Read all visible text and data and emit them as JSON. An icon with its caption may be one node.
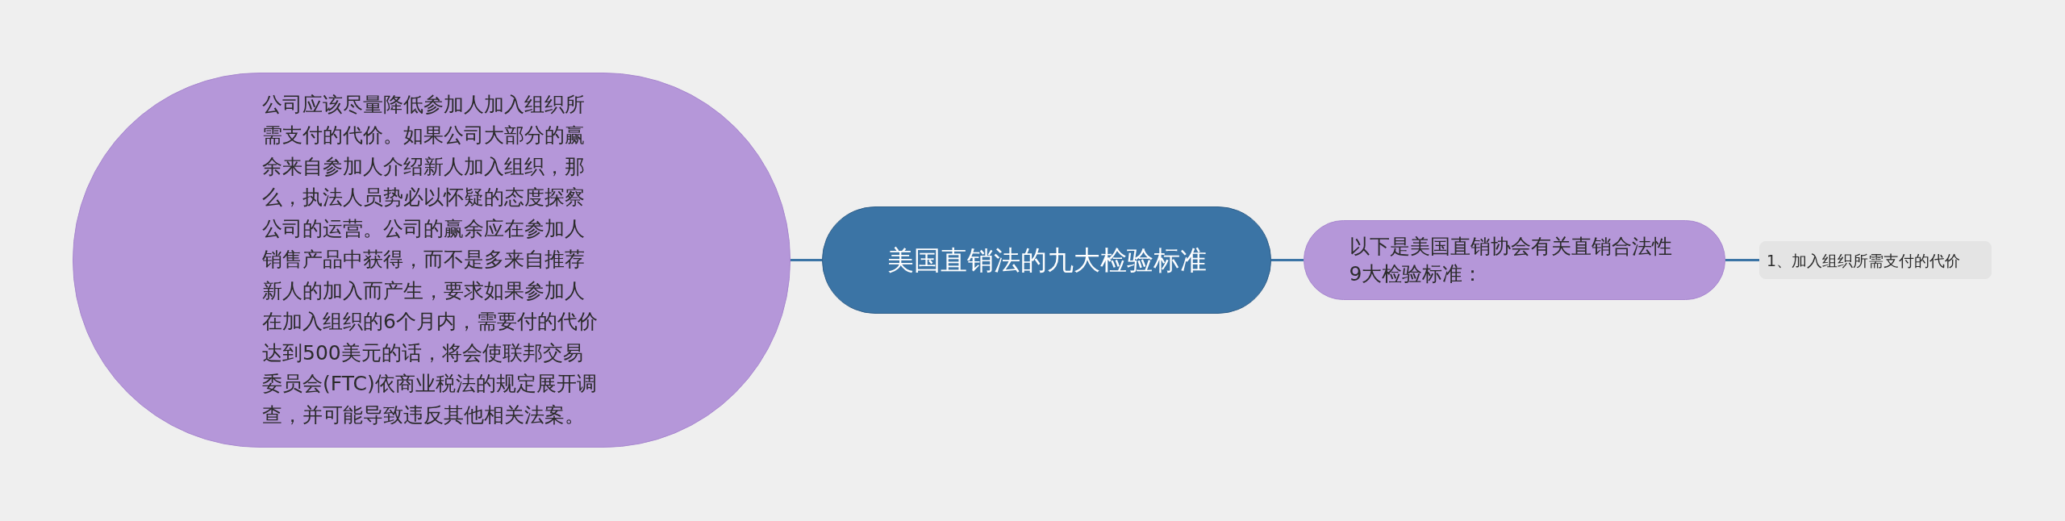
{
  "diagram": {
    "nodes": [
      {
        "text": [
          "美国直销法的九大检验标准"
        ]
      },
      {
        "text": [
          "公司应该尽量降低参加人加入组织所需支付的代价。如果公司大部分的赢余来自参加人介绍新人加入组织，那么，执法人员势必以怀疑的态度探察公司的运营。公司的赢余应在参加人销售产品中获得，而不是多来自推荐新人的加入而产生，要求如果参加人在加入组织的6个月内，需要付的代价达到500美元的话，将会使联邦交易委员会(FTC)依商业税法的规定展开调查，并可能导致违反其他相关法案。"
        ]
      },
      {
        "text": [
          "以下是美国直销协会有关直销合法性9大检验标准："
        ]
      },
      {
        "text": [
          "1、加入组织所需支付的代价"
        ]
      }
    ],
    "edges": [
      {
        "from": 0,
        "to": 1,
        "arrow": "none"
      },
      {
        "from": 0,
        "to": 2,
        "arrow": "none"
      },
      {
        "from": 2,
        "to": 3,
        "arrow": "none"
      }
    ]
  }
}
